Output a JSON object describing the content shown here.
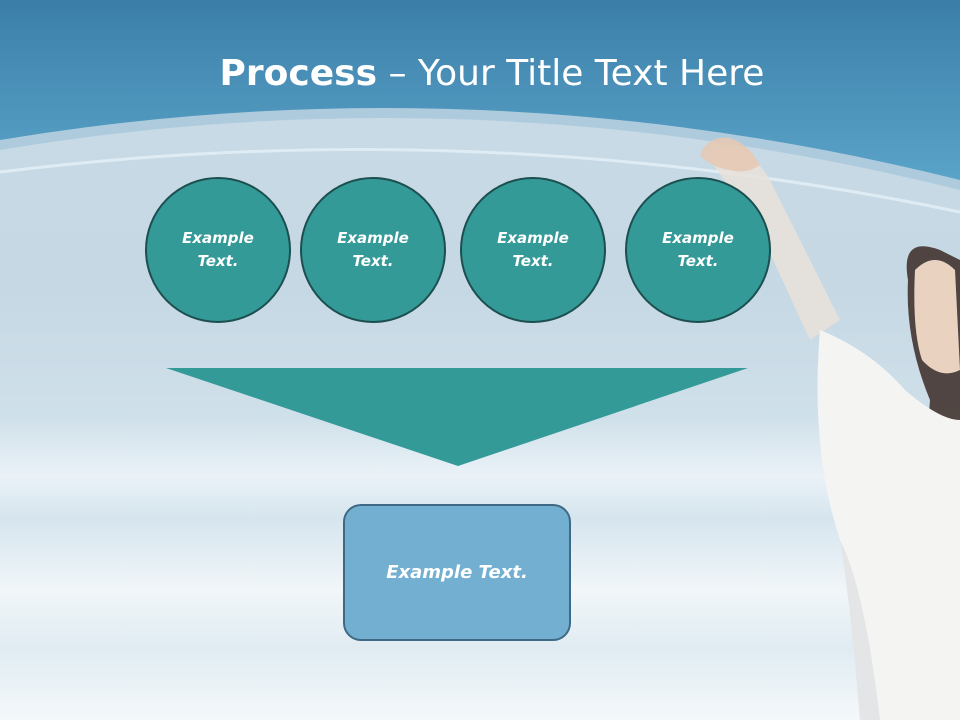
{
  "slide": {
    "title_strong": "Process",
    "title_rest": " – Your Title Text Here",
    "steps": [
      {
        "label": "Example Text."
      },
      {
        "label": "Example Text."
      },
      {
        "label": "Example Text."
      },
      {
        "label": "Example Text."
      }
    ],
    "result": {
      "label": "Example Text."
    }
  },
  "colors": {
    "header_blue": "#4a8fb8",
    "circle_teal": "#339a98",
    "circle_border": "#1d4f50",
    "result_blue": "#73afd0"
  }
}
